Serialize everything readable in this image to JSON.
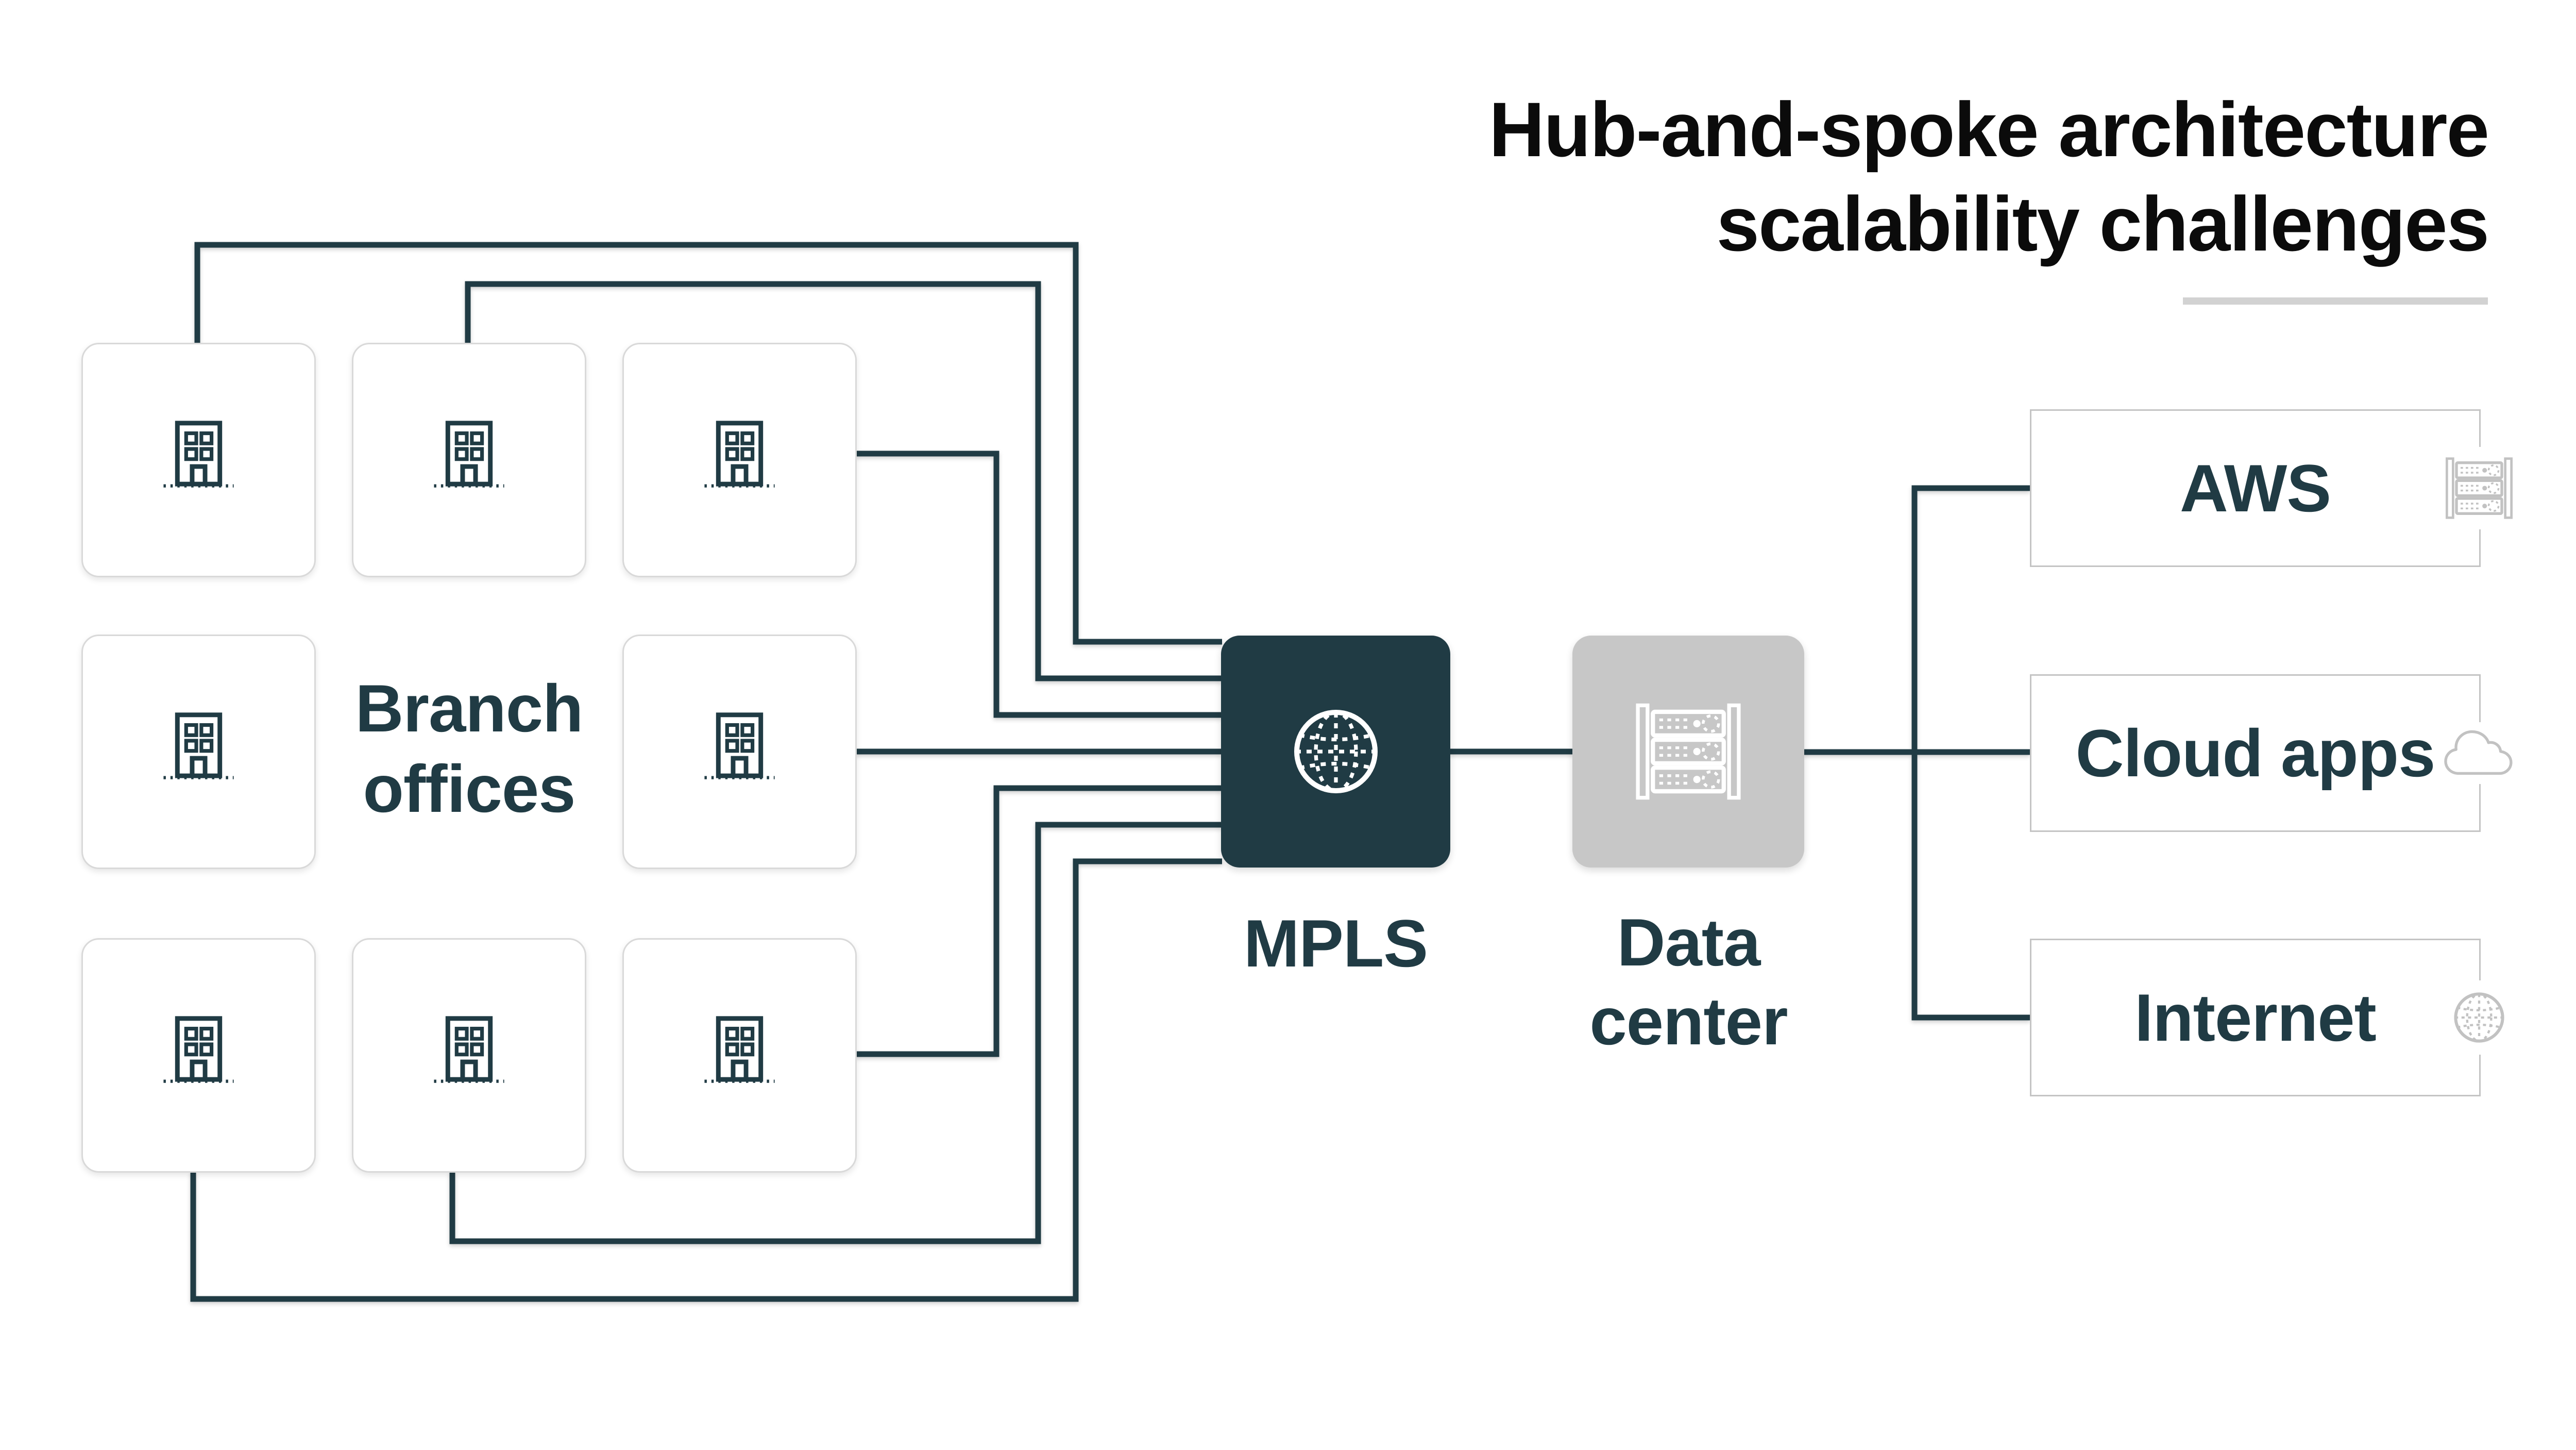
{
  "title": {
    "text": "Hub-and-spoke architecture\nscalability challenges"
  },
  "branch_offices": {
    "label": "Branch\noffices",
    "count": 8
  },
  "mpls": {
    "label": "MPLS"
  },
  "data_center": {
    "label": "Data\ncenter"
  },
  "destinations": [
    {
      "label": "AWS",
      "icon": "server-rack-icon"
    },
    {
      "label": "Cloud apps",
      "icon": "cloud-icon"
    },
    {
      "label": "Internet",
      "icon": "globe-icon"
    }
  ],
  "colors": {
    "ink": "#203b44",
    "title_text": "#0b0b0b",
    "node_gray": "#c7c7c7",
    "card_border": "#d9d9d9",
    "box_border": "#c4c4c4",
    "icon_gray": "#c2c2c2",
    "underline": "#d2d2d2",
    "background": "#ffffff"
  }
}
